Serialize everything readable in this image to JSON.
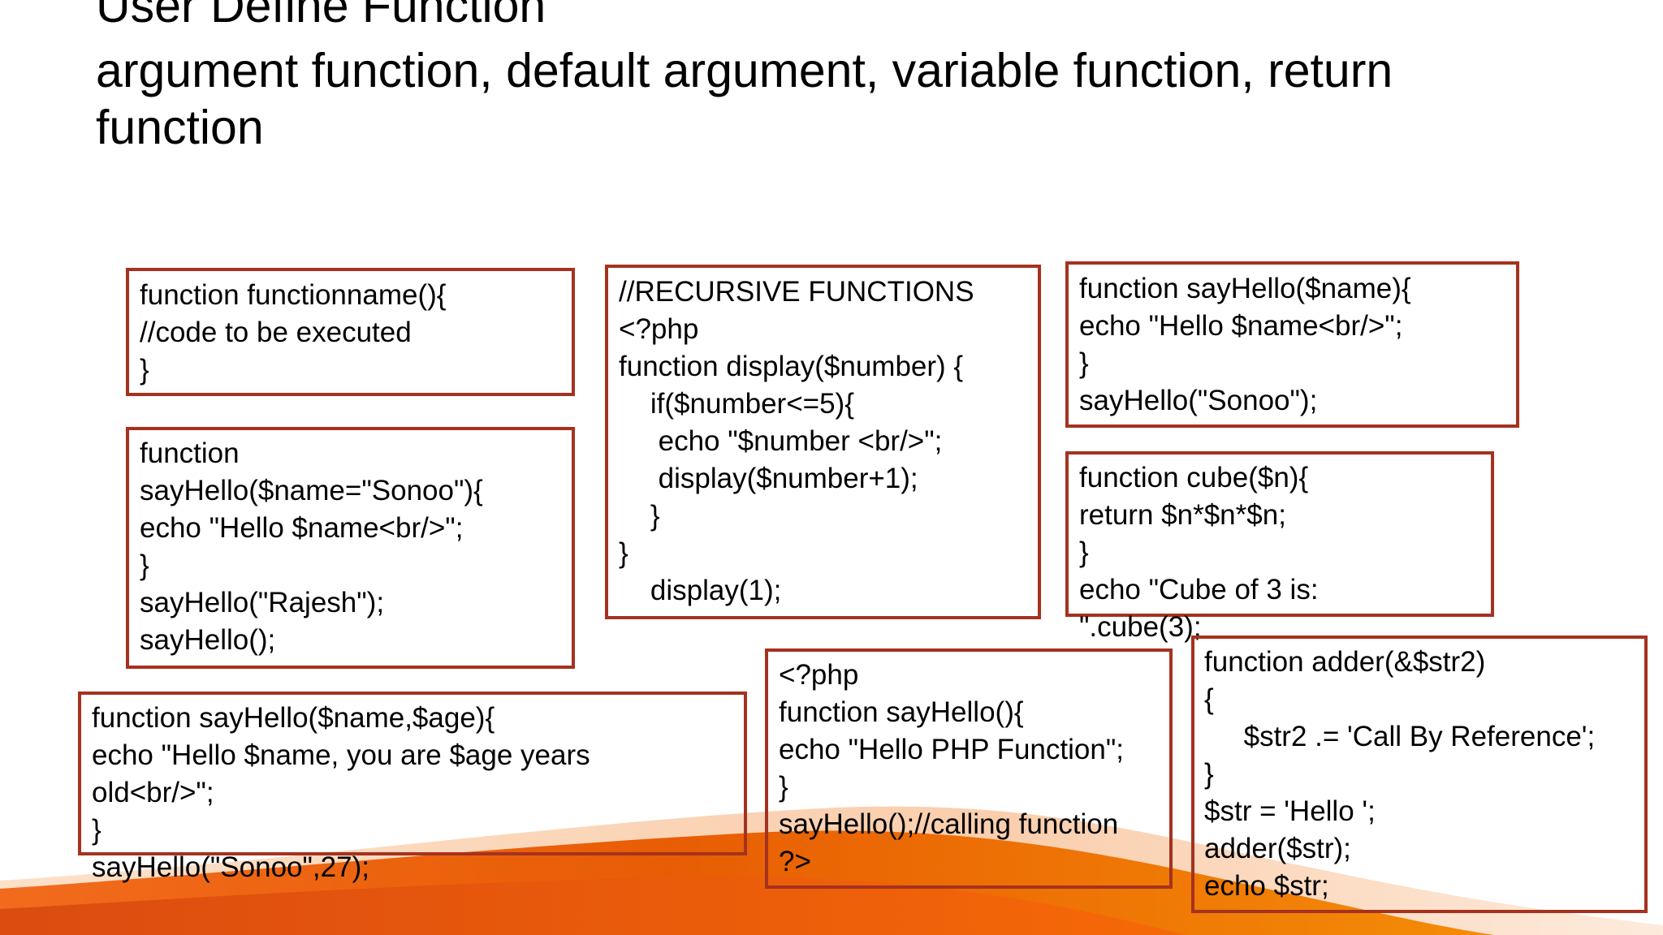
{
  "slide": {
    "title": "User Define Function",
    "subtitle": "argument function, default argument, variable function, return function",
    "accent_color": "#a5321f",
    "wave_colors": [
      "#e85d04",
      "#f48c06",
      "#d9480f"
    ]
  },
  "code_blocks": {
    "basic_syntax": "function functionname(){\n//code to be executed\n}",
    "default_argument": "function\nsayHello($name=\"Sonoo\"){\necho \"Hello $name<br/>\";\n}\nsayHello(\"Rajesh\");\nsayHello();",
    "multiple_arguments": "function sayHello($name,$age){\necho \"Hello $name, you are $age years\nold<br/>\";\n}\nsayHello(\"Sonoo\",27);",
    "recursive": "//RECURSIVE FUNCTIONS\n<?php\nfunction display($number) {\n    if($number<=5){\n     echo \"$number <br/>\";\n     display($number+1);\n    }\n}\n    display(1);",
    "simple_function": "<?php\nfunction sayHello(){\necho \"Hello PHP Function\";\n}\nsayHello();//calling function\n?>",
    "argument_function": "function sayHello($name){\necho \"Hello $name<br/>\";\n}\nsayHello(\"Sonoo\");",
    "return_function": "function cube($n){\nreturn $n*$n*$n;\n}\necho \"Cube of 3 is:\n\".cube(3);",
    "call_by_reference": "function adder(&$str2)\n{\n     $str2 .= 'Call By Reference';\n}\n$str = 'Hello ';\nadder($str);\necho $str;"
  }
}
